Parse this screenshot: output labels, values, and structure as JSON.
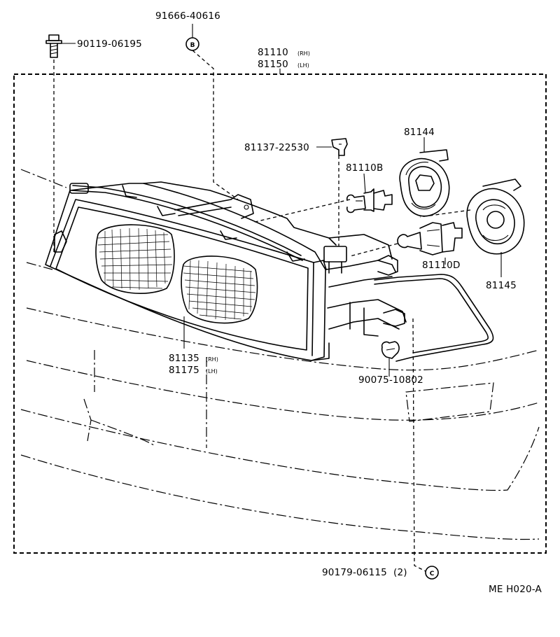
{
  "parts": {
    "bolt": "90119-06195",
    "screw_grommet": "91666-40616",
    "screw_grommet_marker": "B",
    "headlamp_assy_rh": "81110",
    "headlamp_assy_rh_side": "(RH)",
    "headlamp_assy_lh": "81150",
    "headlamp_assy_lh_side": "(LH)",
    "clip": "81137-22530",
    "bulb_b": "81110B",
    "socket_81144": "81144",
    "bulb_d": "81110D",
    "socket_81145": "81145",
    "lens_rh": "81135",
    "lens_rh_side": "(RH)",
    "lens_lh": "81175",
    "lens_lh_side": "(LH)",
    "side_bulb": "90075-10802",
    "nut": "90179-06115",
    "nut_qty": "(2)",
    "nut_marker": "C",
    "diagram_code": "ME H020-A"
  }
}
